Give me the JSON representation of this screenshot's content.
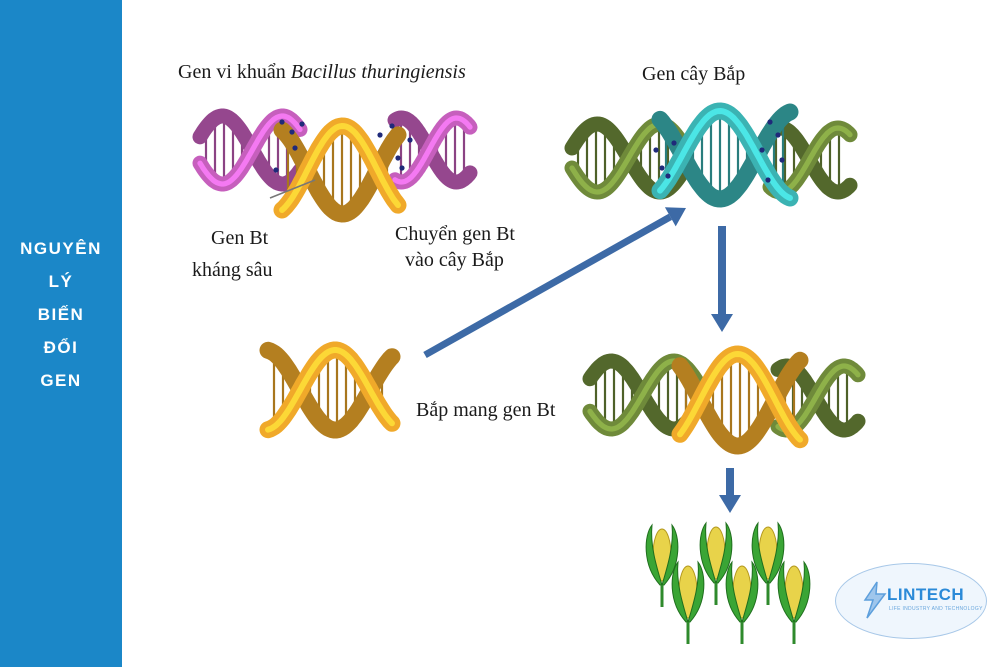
{
  "sidebar": {
    "title_lines": [
      "NGUYÊN",
      "LÝ",
      "BIẾN",
      "ĐỔI",
      "GEN"
    ]
  },
  "diagram": {
    "bacteria_gene_prefix": "Gen vi khuẩn",
    "bacteria_species": "Bacillus thuringiensis",
    "corn_gene": "Gen cây Bắp",
    "bt_gene_line1": "Gen Bt",
    "bt_gene_line2": "kháng sâu",
    "transfer_line1": "Chuyển gen Bt",
    "transfer_line2": "vào cây Bắp",
    "corn_with_bt": "Bắp mang gen Bt"
  },
  "colors": {
    "sidebar": "#1b87c8",
    "arrow": "#3d6aa6",
    "helix_pink": "#c65fbd",
    "helix_orange": "#f0a92a",
    "helix_olive": "#6f8a3a",
    "helix_teal": "#3bb3b3",
    "dots": "#1f2a7a",
    "corn_husk": "#3aa535",
    "corn_kernel": "#e8d34a"
  },
  "logo": {
    "name": "LINTECH",
    "tagline": "LIFE INDUSTRY AND TECHNOLOGY"
  }
}
